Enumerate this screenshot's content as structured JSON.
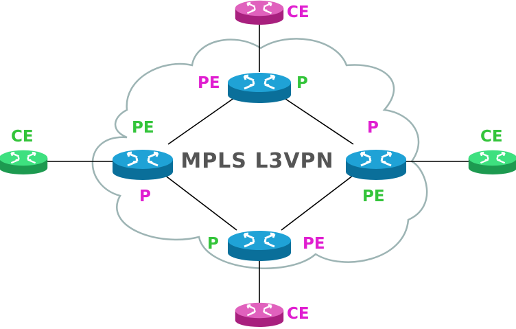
{
  "title": "MPLS L3VPN",
  "labels": {
    "ce_top": "CE",
    "ce_left": "CE",
    "ce_right": "CE",
    "ce_bottom": "CE",
    "top_pe": "PE",
    "top_p": "P",
    "left_pe": "PE",
    "left_p": "P",
    "right_p": "P",
    "right_pe": "PE",
    "bottom_p": "P",
    "bottom_pe": "PE"
  },
  "colors": {
    "ce_magenta": "#d63aa8",
    "ce_green": "#2ecc71",
    "router_blue": "#0a86b8",
    "label_magenta": "#e01ed0",
    "label_green": "#33c43a",
    "title_gray": "#555555",
    "cloud_stroke": "#9db4b4",
    "link": "#000000"
  },
  "icons": {
    "router": "router-icon",
    "cloud": "cloud-icon"
  }
}
